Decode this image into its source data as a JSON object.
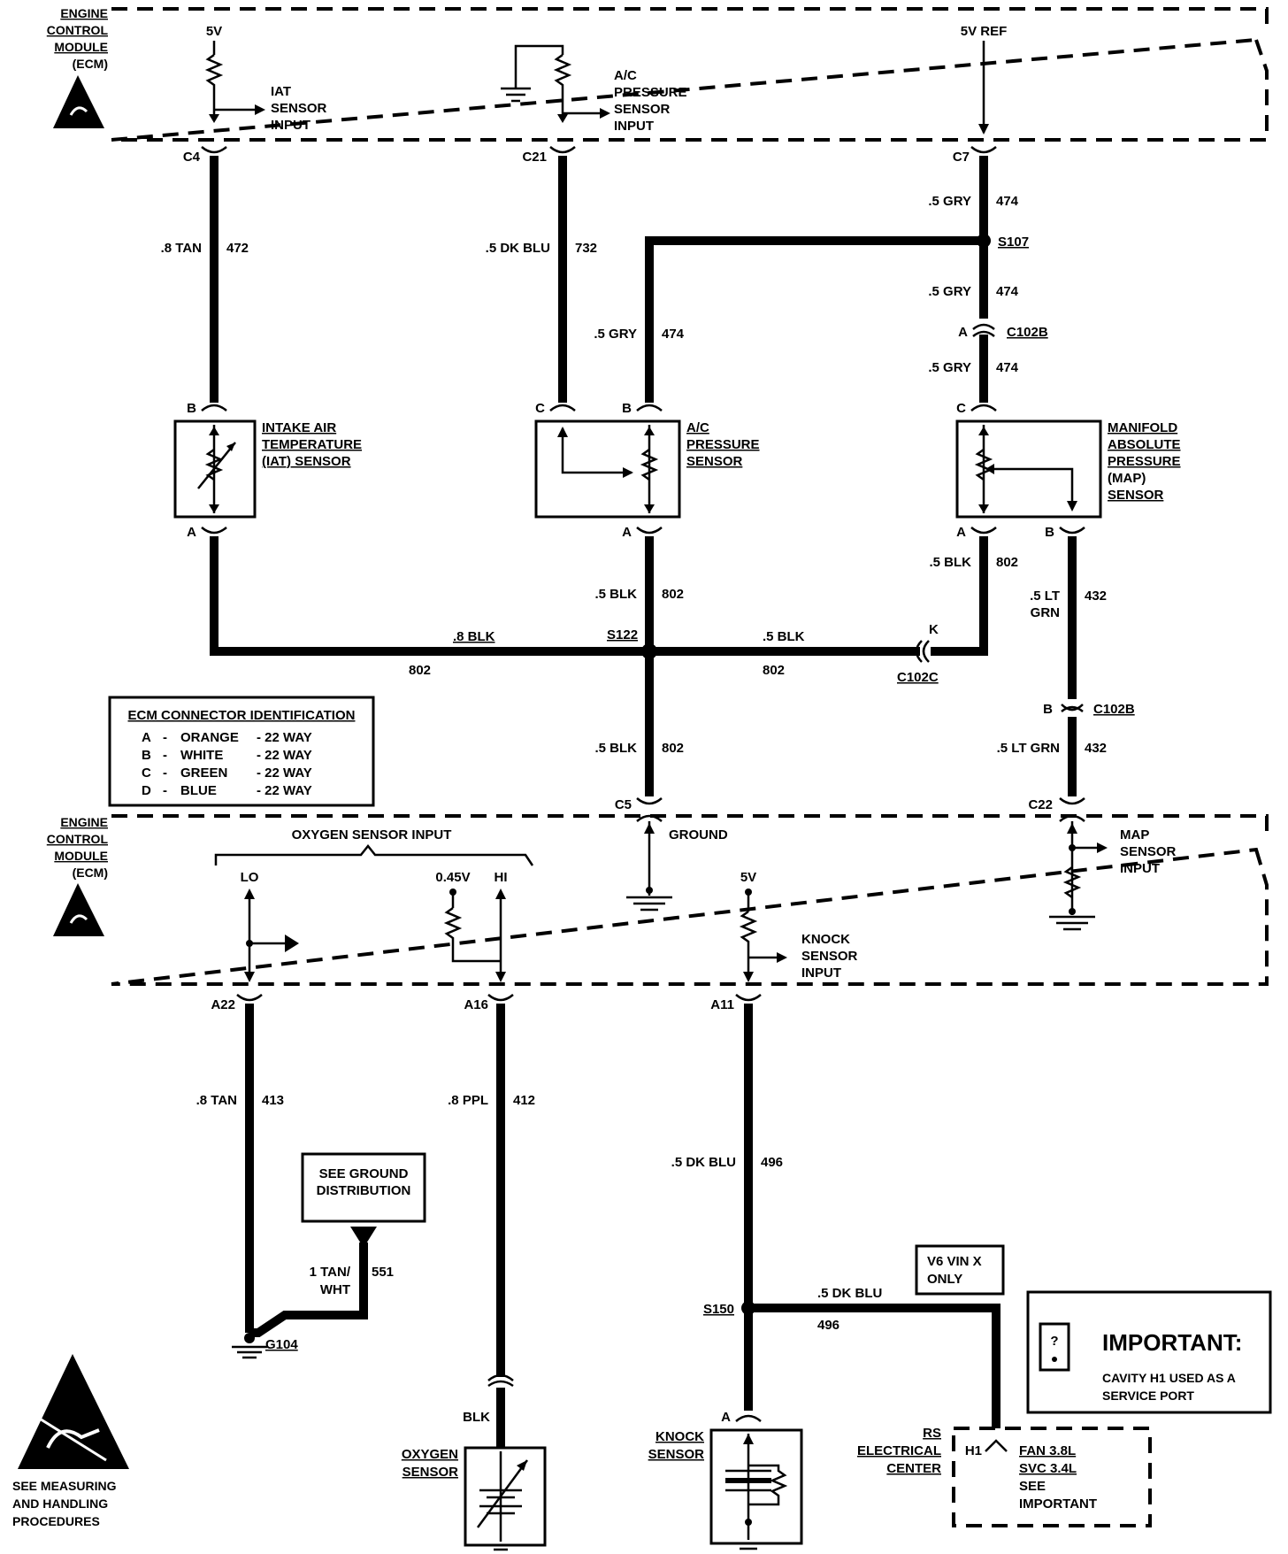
{
  "ecm_label": [
    "ENGINE",
    "CONTROL",
    "MODULE",
    "(ECM)"
  ],
  "top_ecm": {
    "iat_supply": "5V",
    "iat_input": [
      "IAT",
      "SENSOR",
      "INPUT"
    ],
    "ac_input": [
      "A/C",
      "PRESSURE",
      "SENSOR",
      "INPUT"
    ],
    "ref": "5V REF"
  },
  "pins_top": {
    "c4": "C4",
    "c21": "C21",
    "c7": "C7"
  },
  "wires": {
    "w472": {
      "label": ".8 TAN",
      "circuit": "472"
    },
    "w732": {
      "label": ".5 DK BLU",
      "circuit": "732"
    },
    "w474a": {
      "label": ".5 GRY",
      "circuit": "474"
    },
    "w474b": {
      "label": ".5 GRY",
      "circuit": "474"
    },
    "w474c": {
      "label": ".5 GRY",
      "circuit": "474"
    },
    "w474d": {
      "label": ".5 GRY",
      "circuit": "474"
    },
    "w802_iat": {
      "label": ".8 BLK",
      "circuit": "802"
    },
    "w802_ac": {
      "label": ".5 BLK",
      "circuit": "802"
    },
    "w802_map": {
      "label": ".5 BLK",
      "circuit": "802"
    },
    "w802_k": {
      "label": ".5 BLK",
      "circuit": "802"
    },
    "w802_gnd": {
      "label": ".5 BLK",
      "circuit": "802"
    },
    "w432a": {
      "label": [
        ".5 LT",
        "GRN"
      ],
      "circuit": "432"
    },
    "w432b": {
      "label": ".5 LT GRN",
      "circuit": "432"
    },
    "w413": {
      "label": ".8 TAN",
      "circuit": "413"
    },
    "w412": {
      "label": ".8 PPL",
      "circuit": "412"
    },
    "w496": {
      "label": ".5 DK BLU",
      "circuit": "496"
    },
    "w496b": {
      "label": ".5 DK BLU",
      "circuit": "496"
    },
    "w551": {
      "label": [
        "1 TAN/",
        "WHT"
      ],
      "circuit": "551"
    }
  },
  "splices": {
    "s107": "S107",
    "s122": "S122",
    "s150": "S150"
  },
  "connectors": {
    "c102b": "C102B",
    "c102c": "C102C",
    "k": "K",
    "a": "A",
    "b": "B",
    "c": "C"
  },
  "components": {
    "iat": [
      "INTAKE AIR",
      "TEMPERATURE",
      "(IAT) SENSOR"
    ],
    "ac": [
      "A/C",
      "PRESSURE",
      "SENSOR"
    ],
    "map": [
      "MANIFOLD",
      "ABSOLUTE",
      "PRESSURE",
      "(MAP)",
      "SENSOR"
    ],
    "oxygen": [
      "OXYGEN",
      "SENSOR"
    ],
    "knock": [
      "KNOCK",
      "SENSOR"
    ]
  },
  "ecm_connector_id": {
    "title": "ECM CONNECTOR IDENTIFICATION",
    "rows": [
      [
        "A",
        "-",
        "ORANGE",
        "- 22 WAY"
      ],
      [
        "B",
        "-",
        "WHITE",
        "- 22 WAY"
      ],
      [
        "C",
        "-",
        "GREEN",
        "- 22 WAY"
      ],
      [
        "D",
        "-",
        "BLUE",
        "- 22 WAY"
      ]
    ]
  },
  "bottom_ecm": {
    "oxygen_title": "OXYGEN SENSOR INPUT",
    "lo": "LO",
    "hi": "HI",
    "v045": "0.45V",
    "v5": "5V",
    "knock_input": [
      "KNOCK",
      "SENSOR",
      "INPUT"
    ],
    "ground": "GROUND",
    "map_input": [
      "MAP",
      "SENSOR",
      "INPUT"
    ]
  },
  "pins_bottom": {
    "c5": "C5",
    "c22": "C22",
    "a22": "A22",
    "a16": "A16",
    "a11": "A11"
  },
  "ground_box": [
    "SEE GROUND",
    "DISTRIBUTION"
  ],
  "g104": "G104",
  "blk": "BLK",
  "vin_box": [
    "V6  VIN X",
    "ONLY"
  ],
  "important": {
    "title": "IMPORTANT:",
    "text": [
      "CAVITY H1 USED AS A",
      "SERVICE PORT"
    ]
  },
  "rs_center": [
    "RS",
    "ELECTRICAL",
    "CENTER"
  ],
  "h1": "H1",
  "rs_box": [
    "FAN 3.8L",
    "SVC 3.4L",
    "SEE",
    "IMPORTANT"
  ],
  "esd_note": [
    "SEE MEASURING",
    "AND HANDLING",
    "PROCEDURES"
  ]
}
